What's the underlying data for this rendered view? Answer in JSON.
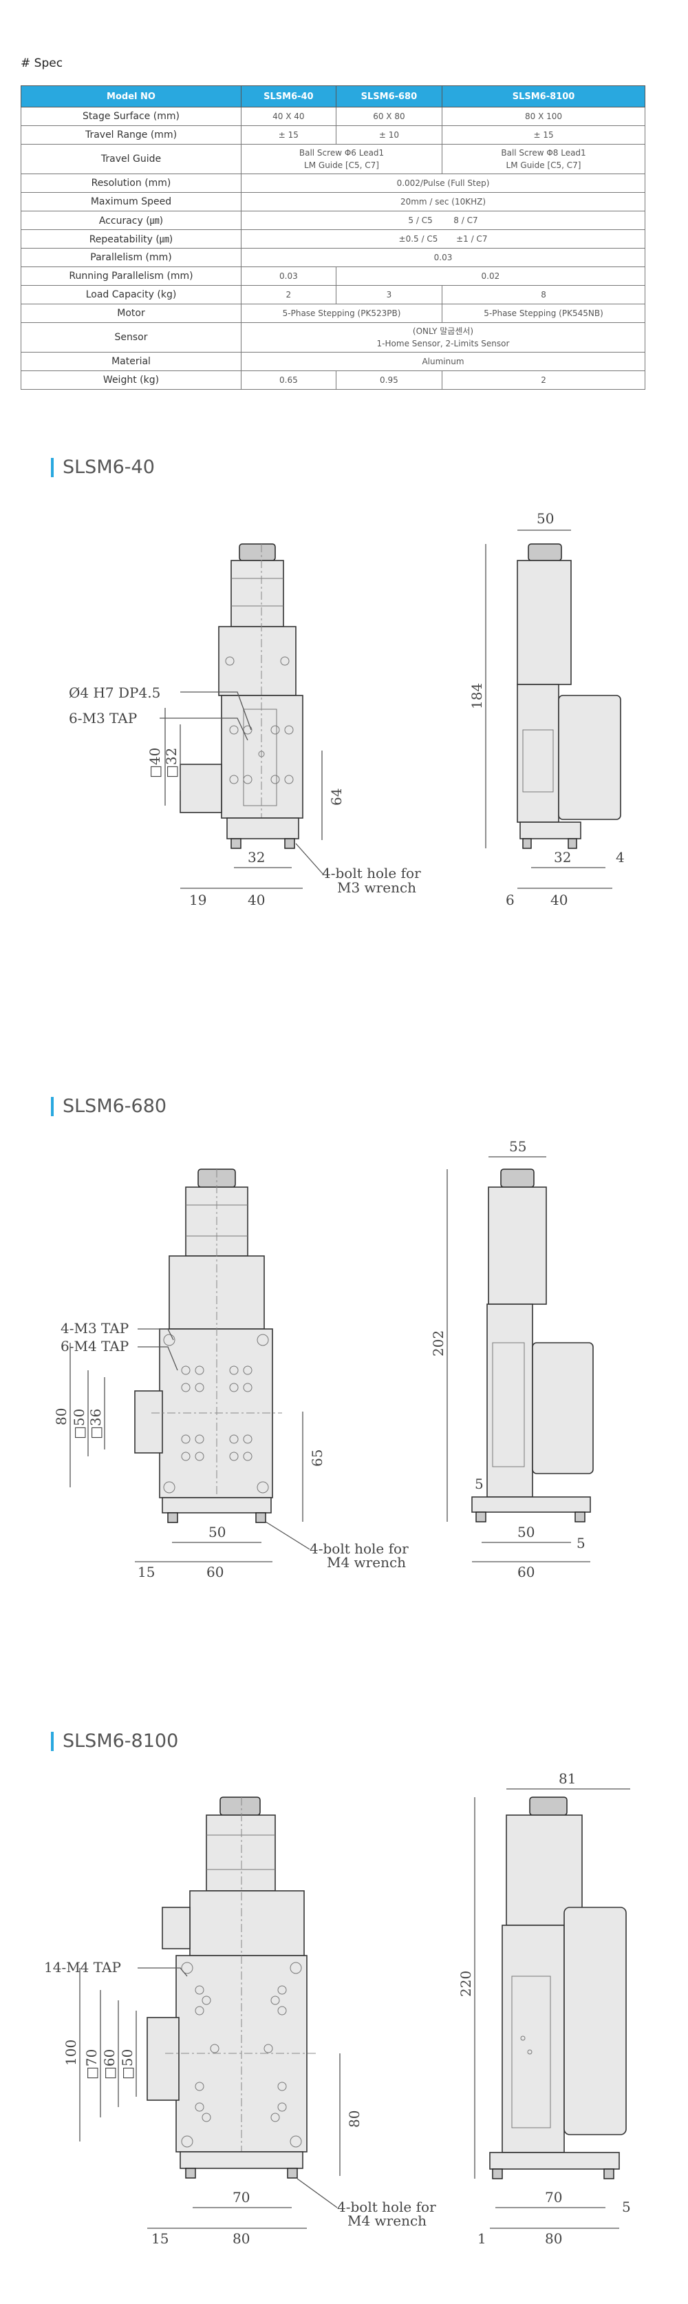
{
  "spec_title": "# Spec",
  "table": {
    "headers": [
      "Model NO",
      "SLSM6-40",
      "SLSM6-680",
      "SLSM6-8100"
    ],
    "rows": {
      "stage_surface": {
        "label": "Stage Surface (mm)",
        "v1": "40 X 40",
        "v2": "60 X 80",
        "v3": "80 X 100"
      },
      "travel_range": {
        "label": "Travel Range (mm)",
        "v1": "± 15",
        "v2": "± 10",
        "v3": "± 15"
      },
      "travel_guide": {
        "label": "Travel Guide",
        "v12_line1": "Ball Screw Φ6 Lead1",
        "v12_line2": "LM Guide [C5, C7]",
        "v3_line1": "Ball Screw Φ8 Lead1",
        "v3_line2": "LM Guide [C5, C7]"
      },
      "resolution": {
        "label": "Resolution (mm)",
        "v": "0.002/Pulse (Full Step)"
      },
      "max_speed": {
        "label": "Maximum Speed",
        "v": "20mm / sec (10KHZ)"
      },
      "accuracy": {
        "label": "Accuracy (㎛)",
        "v": "5 / C5        8 / C7"
      },
      "repeatability": {
        "label": "Repeatability (㎛)",
        "v": "±0.5 / C5       ±1 / C7"
      },
      "parallelism": {
        "label": "Parallelism (mm)",
        "v": "0.03"
      },
      "running_parallelism": {
        "label": "Running Parallelism (mm)",
        "v1": "0.03",
        "v23": "0.02"
      },
      "load_capacity": {
        "label": "Load Capacity (kg)",
        "v1": "2",
        "v2": "3",
        "v3": "8"
      },
      "motor": {
        "label": "Motor",
        "v12": "5-Phase Stepping (PK523PB)",
        "v3": "5-Phase Stepping (PK545NB)"
      },
      "sensor": {
        "label": "Sensor",
        "line1": "(ONLY 말굽센서)",
        "line2": "1-Home Sensor, 2-Limits Sensor"
      },
      "material": {
        "label": "Material",
        "v": "Aluminum"
      },
      "weight": {
        "label": "Weight (kg)",
        "v1": "0.65",
        "v2": "0.95",
        "v3": "2"
      }
    }
  },
  "sections": [
    {
      "title": "SLSM6-40",
      "front": {
        "hole_note": "Ø4 H7 DP4.5",
        "tap_note": "6-M3 TAP",
        "sq_outer": "□40",
        "sq_inner": "□32",
        "height": "64",
        "w_inner": "32",
        "w_outer": "40",
        "offset": "19",
        "bolt_line1": "4-bolt hole for",
        "bolt_line2": "M3 wrench"
      },
      "side": {
        "top_width": "50",
        "total_height": "184",
        "w_inner": "32",
        "w_outer": "40",
        "left_gap": "6",
        "right_gap": "4"
      }
    },
    {
      "title": "SLSM6-680",
      "front": {
        "tap_note1": "4-M3 TAP",
        "tap_note2": "6-M4 TAP",
        "outer": "80",
        "sq_a": "□50",
        "sq_b": "□36",
        "height": "65",
        "w_inner": "50",
        "w_outer": "60",
        "offset": "15",
        "bolt_line1": "4-bolt hole for",
        "bolt_line2": "M4 wrench"
      },
      "side": {
        "top_width": "55",
        "total_height": "202",
        "w_inner": "50",
        "w_outer": "60",
        "left_gap": "5",
        "right_gap": "5"
      }
    },
    {
      "title": "SLSM6-8100",
      "front": {
        "tap_note": "14-M4 TAP",
        "outer": "100",
        "sq_a": "□70",
        "sq_b": "□60",
        "sq_c": "□50",
        "height": "80",
        "w_inner": "70",
        "w_outer": "80",
        "offset": "15",
        "bolt_line1": "4-bolt hole for",
        "bolt_line2": "M4 wrench"
      },
      "side": {
        "top_width": "81",
        "total_height": "220",
        "w_inner": "70",
        "w_outer": "80",
        "left_gap": "1",
        "right_gap": "5"
      }
    }
  ]
}
